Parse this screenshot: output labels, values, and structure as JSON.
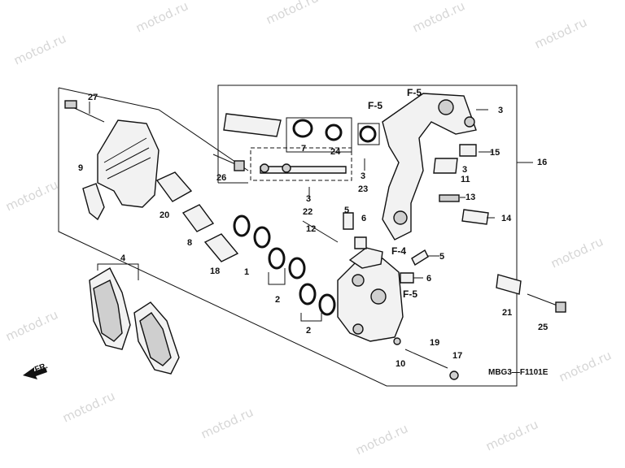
{
  "watermark": "motod.ru",
  "diagram_code": "MBG3—F1101E",
  "front_marker": "FR.",
  "refs": {
    "f5_top": "F-5",
    "f5_left": "F-5",
    "f4": "F-4",
    "f5_bottom": "F-5"
  },
  "labels": {
    "p1": "1",
    "p2a": "2",
    "p2b": "2",
    "p3_sub": "3",
    "p3_arm": "3",
    "p3_mid": "3",
    "p3_bracket": "3",
    "p4": "4",
    "p5a": "5",
    "p5b": "5",
    "p6a": "6",
    "p6b": "6",
    "p7": "7",
    "p8": "8",
    "p9": "9",
    "p10": "10",
    "p11": "11",
    "p12": "12",
    "p13": "13",
    "p14": "14",
    "p15": "15",
    "p16": "16",
    "p17": "17",
    "p18": "18",
    "p19": "19",
    "p20": "20",
    "p21": "21",
    "p22": "22",
    "p23": "23",
    "p24": "24",
    "p25": "25",
    "p26": "26",
    "p27": "27"
  }
}
